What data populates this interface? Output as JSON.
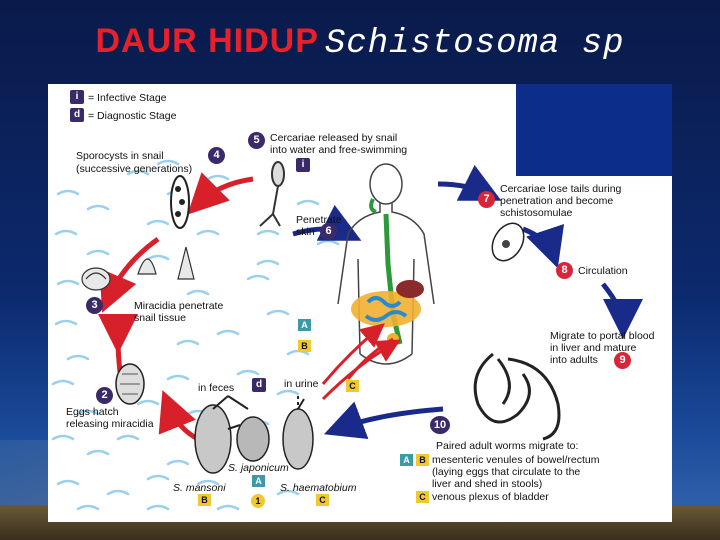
{
  "title": {
    "main": "DAUR HIDUP",
    "italic": "Schistosoma sp"
  },
  "legend": {
    "infective_symbol": "i",
    "infective": "= Infective Stage",
    "diagnostic_symbol": "d",
    "diagnostic": "= Diagnostic Stage"
  },
  "stages": {
    "s1": {
      "num": "1"
    },
    "s2": {
      "num": "2",
      "text1": "Eggs hatch",
      "text2": "releasing miracidia"
    },
    "s3": {
      "num": "3",
      "text1": "Miracidia penetrate",
      "text2": "snail tissue"
    },
    "s4": {
      "num": "4",
      "text1": "Sporocysts in snail",
      "text2": "(successive generations)"
    },
    "s5": {
      "num": "5",
      "text1": "Cercariae released by snail",
      "text2": "into water and free-swimming"
    },
    "s6": {
      "num": "6",
      "text1": "Penetrate",
      "text2": "skin"
    },
    "s7": {
      "num": "7",
      "text1": "Cercariae lose tails during",
      "text2": "penetration and become",
      "text3": "schistosomulae"
    },
    "s8": {
      "num": "8",
      "text1": "Circulation"
    },
    "s9": {
      "num": "9",
      "text1": "Migrate to portal blood",
      "text2": "in liver and mature",
      "text3": "into adults"
    },
    "s10": {
      "num": "10",
      "text1": "Paired adult worms migrate to:",
      "text2": "mesenteric venules of bowel/rectum",
      "text3": "(laying eggs that circulate to the",
      "text4": "liver and shed in stools)",
      "text5": "venous plexus of bladder"
    }
  },
  "feces_label": "in feces",
  "urine_label": "in urine",
  "species": {
    "japonicum": "S. japonicum",
    "mansoni": "S. mansoni",
    "haematobium": "S. haematobium"
  },
  "letters": {
    "a": "A",
    "b": "B",
    "c": "C"
  },
  "colors": {
    "title_red": "#e8202a",
    "arrow_red": "#d8202a",
    "arrow_navy": "#1a2a8a",
    "badge_purple": "#3a2a6a"
  }
}
